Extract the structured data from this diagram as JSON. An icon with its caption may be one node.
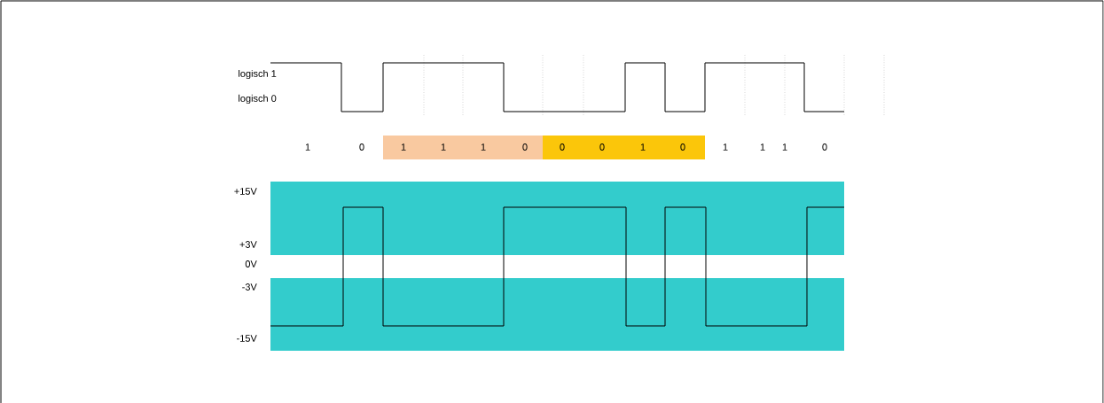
{
  "diagram": {
    "labels": [
      "logisch 1",
      "logisch 0",
      "1",
      "0",
      "1",
      "1",
      "1",
      "0",
      "0",
      "0",
      "1",
      "0",
      "1",
      "1",
      "1",
      "0",
      "+15V",
      "+3V",
      "0V",
      "-3V",
      "-15V"
    ]
  }
}
